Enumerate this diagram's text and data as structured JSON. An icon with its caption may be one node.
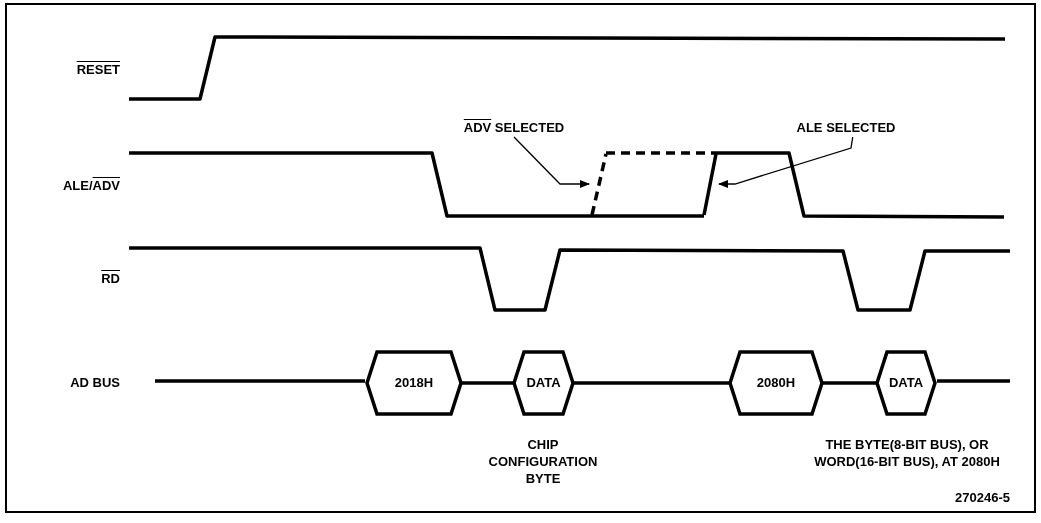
{
  "diagram": {
    "nodes": [
      {
        "text": [
          "2018H"
        ]
      },
      {
        "text": [
          "DATA"
        ],
        "beside": [
          "CHIP CONFIGURATION BYTE"
        ]
      },
      {
        "text": [
          "2080H"
        ]
      },
      {
        "text": [
          "DATA"
        ],
        "beside": [
          "THE BYTE(8-BIT BUS), OR WORD(16-BIT BUS), AT 2080H"
        ]
      },
      {
        "text": [
          "ADV SELECTED"
        ]
      },
      {
        "text": [],
        "shape": "line"
      },
      {
        "text": [
          "ALE SELECTED"
        ]
      },
      {
        "text": [],
        "shape": "line"
      }
    ],
    "edges": [
      {
        "from": 4,
        "to": 5,
        "arrow": "to"
      },
      {
        "from": 6,
        "to": 7,
        "arrow": "to"
      },
      {
        "from": 0,
        "to": 1,
        "arrow": "none"
      },
      {
        "from": 1,
        "to": 2,
        "arrow": "none"
      },
      {
        "from": 2,
        "to": 3,
        "arrow": "none"
      },
      {
        "from": 5,
        "to": 7,
        "arrow": "none",
        "style": "dashed"
      }
    ],
    "labels": [
      "RESET",
      "ALE/ADV",
      "RD",
      "AD BUS",
      "270246-5"
    ]
  }
}
